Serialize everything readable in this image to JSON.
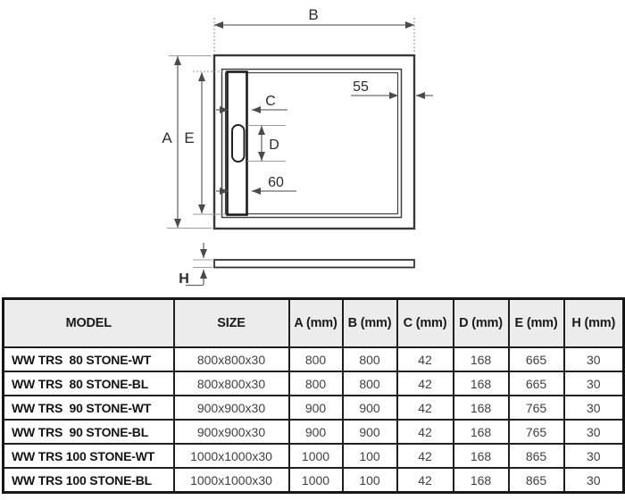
{
  "page": {
    "background": "#ffffff",
    "line_color": "#383838",
    "dim_color": "#6a6a6a",
    "header_bg": "#ececec"
  },
  "drawing": {
    "labels": {
      "b": "B",
      "a": "A",
      "e": "E",
      "c": "C",
      "d": "D",
      "gap55": "55",
      "gap60": "60",
      "h": "H"
    }
  },
  "table": {
    "columns": [
      "MODEL",
      "SIZE",
      "A (mm)",
      "B (mm)",
      "C (mm)",
      "D (mm)",
      "E (mm)",
      "H (mm)"
    ],
    "rows": [
      {
        "model": "WW TRS  80 STONE-WT",
        "size": "800x800x30",
        "a": "800",
        "b": "800",
        "c": "42",
        "d": "168",
        "e": "665",
        "h": "30"
      },
      {
        "model": "WW TRS  80 STONE-BL",
        "size": "800x800x30",
        "a": "800",
        "b": "800",
        "c": "42",
        "d": "168",
        "e": "665",
        "h": "30"
      },
      {
        "model": "WW TRS  90 STONE-WT",
        "size": "900x900x30",
        "a": "900",
        "b": "900",
        "c": "42",
        "d": "168",
        "e": "765",
        "h": "30"
      },
      {
        "model": "WW TRS  90 STONE-BL",
        "size": "900x900x30",
        "a": "900",
        "b": "900",
        "c": "42",
        "d": "168",
        "e": "765",
        "h": "30"
      },
      {
        "model": "WW TRS 100 STONE-WT",
        "size": "1000x1000x30",
        "a": "1000",
        "b": "100",
        "c": "42",
        "d": "168",
        "e": "865",
        "h": "30"
      },
      {
        "model": "WW TRS 100 STONE-BL",
        "size": "1000x1000x30",
        "a": "1000",
        "b": "100",
        "c": "42",
        "d": "168",
        "e": "865",
        "h": "30"
      }
    ]
  }
}
